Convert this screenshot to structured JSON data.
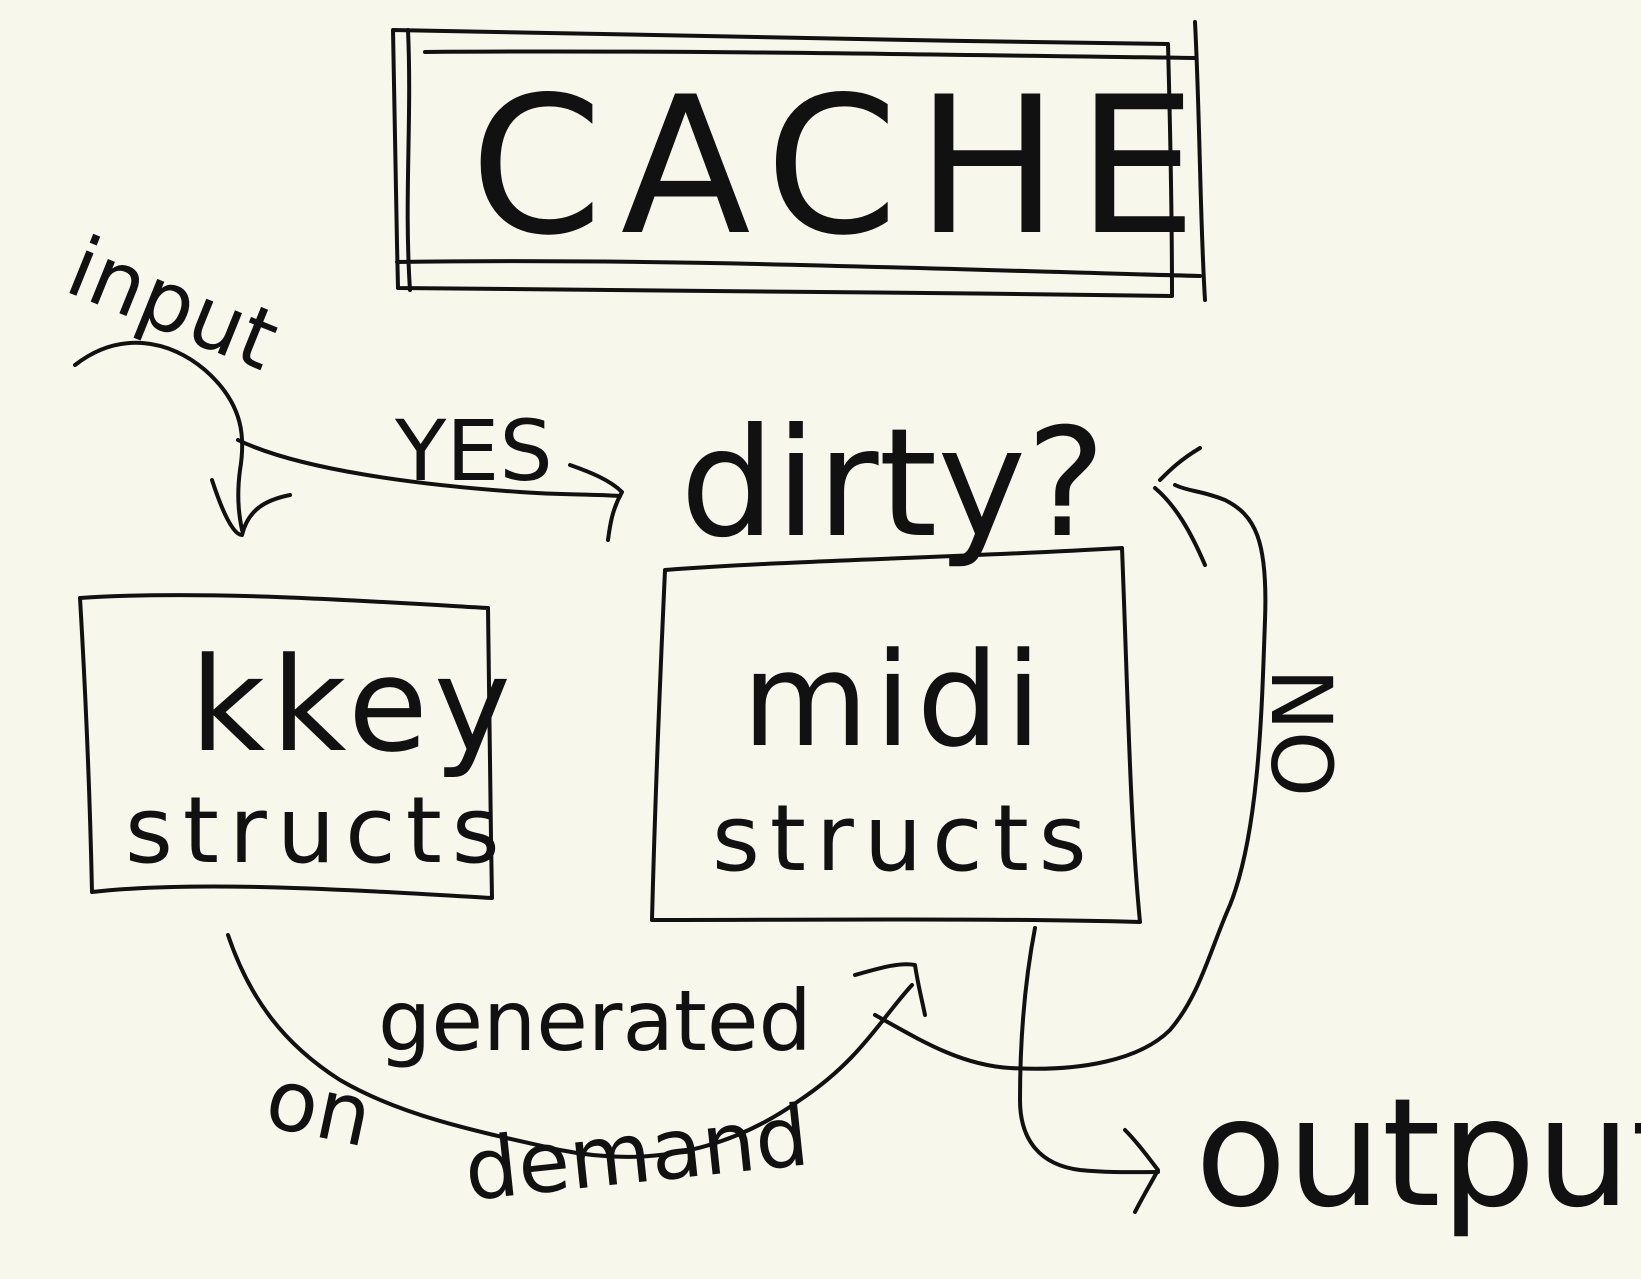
{
  "diagram": {
    "cache": {
      "label": "CACHE"
    },
    "decision": {
      "label": "dirty?"
    },
    "kkey": {
      "title": "kkey",
      "subtitle": "structs"
    },
    "midi": {
      "title": "midi",
      "subtitle": "structs"
    },
    "edges": {
      "input": "input",
      "yes": "YES",
      "no": "NO",
      "generated": "generated",
      "on": "on",
      "demand": "demand",
      "output": "output"
    }
  }
}
